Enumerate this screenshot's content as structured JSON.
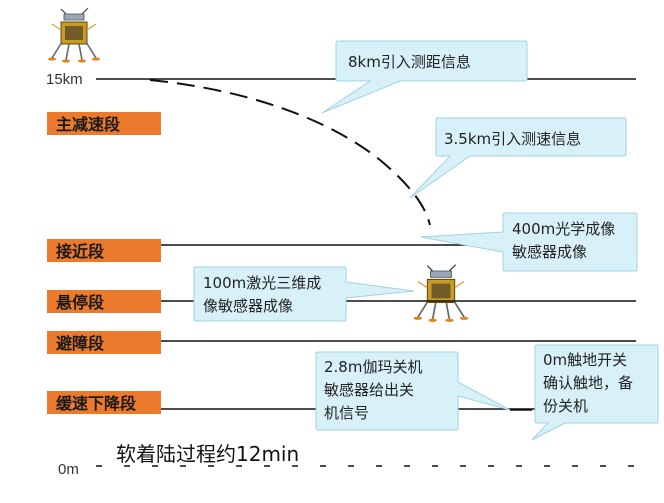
{
  "axis": {
    "top_label": "15km",
    "bottom_label": "0m"
  },
  "phases": [
    {
      "id": "main-deceleration",
      "label": "主减速段"
    },
    {
      "id": "approach",
      "label": "接近段"
    },
    {
      "id": "hover",
      "label": "悬停段"
    },
    {
      "id": "obstacle-avoidance",
      "label": "避障段"
    },
    {
      "id": "slow-descent",
      "label": "缓速下降段"
    }
  ],
  "callouts": [
    {
      "id": "ranging",
      "lines": [
        "8km引入测距信息"
      ]
    },
    {
      "id": "velocity",
      "lines": [
        "3.5km引入测速信息"
      ]
    },
    {
      "id": "optical",
      "lines": [
        "400m光学成像",
        "敏感器成像"
      ]
    },
    {
      "id": "laser3d",
      "lines": [
        "100m激光三维成",
        "像敏感器成像"
      ]
    },
    {
      "id": "gamma",
      "lines": [
        "2.8m伽玛关机",
        "敏感器给出关",
        "机信号"
      ]
    },
    {
      "id": "touchdown",
      "lines": [
        "0m触地开关",
        "确认触地，备",
        "份关机"
      ]
    }
  ],
  "footer": {
    "duration_text": "软着陆过程约12min"
  },
  "colors": {
    "phase_fill": "#ec7a2c",
    "callout_fill": "#d8f1f9",
    "callout_stroke": "#9fd3e6",
    "line": "#111111"
  },
  "icons": {
    "lander": "lunar-lander-icon"
  }
}
